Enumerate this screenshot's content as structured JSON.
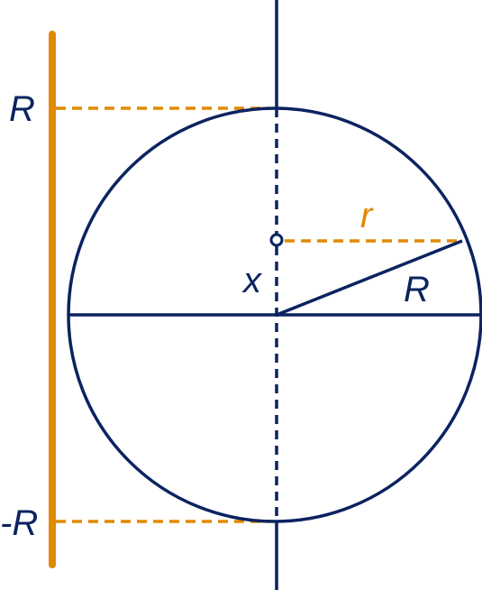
{
  "colors": {
    "navy": "#0b2360",
    "orange": "#e08a00"
  },
  "labels": {
    "top_bound": "R",
    "bottom_bound": "-R",
    "slice_radius": "r",
    "height": "x",
    "sphere_radius": "R"
  }
}
